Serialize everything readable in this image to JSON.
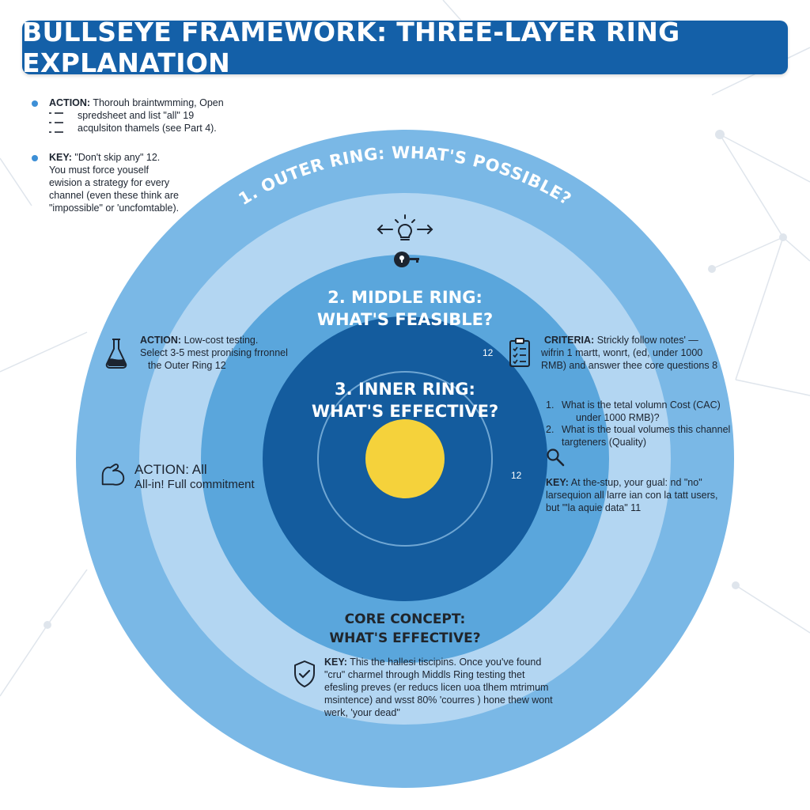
{
  "title": "BULLSEYE FRAMEWORK: THREE-LAYER RING EXPLANATION",
  "colors": {
    "title_bg": "#1460a8",
    "outer_ring": "#7ab8e6",
    "outer_band_light": "#b3d6f2",
    "middle_ring": "#5aa6dc",
    "inner_ring": "#145c9e",
    "core": "#f5d23b",
    "bullet": "#3d8fd6"
  },
  "side_notes": {
    "action_label": "ACTION:",
    "action_line1": "Thorouh braintwmming, Open",
    "action_line2": "spredsheet and list \"all\" 19",
    "action_line3": "acqulsiton thamels (see Part 4).",
    "key_label": "KEY:",
    "key_line1": "\"Don't skip any\" 12.",
    "key_line2": "You must force youself",
    "key_line3": "ewision a strategy for every",
    "key_line4": "channel (even these think are",
    "key_line5": "\"impossible\" or 'uncfomtable).",
    "list_icon": "checklist-icon"
  },
  "outer_ring": {
    "title": "1. OUTER RING: WHAT'S POSSIBLE?",
    "icons": [
      "lightbulb-arrows-icon",
      "key-lock-icon"
    ],
    "action_label": "ACTION: All",
    "action_text": "All-in! Full commitment",
    "action_icon": "flexed-arm-icon"
  },
  "middle_ring": {
    "title_line1": "2. MIDDLE RING:",
    "title_line2": "WHAT'S FEASIBLE?",
    "number": "12",
    "action_label": "ACTION:",
    "action_line1": "Low-cost testing.",
    "action_line2": "Select 3-5 mest pronising frronnel",
    "action_line3": "the Outer Ring 12",
    "action_icon": "flask-icon",
    "criteria_label": "CRITERIA:",
    "criteria_line1": "Strickly follow notes' —",
    "criteria_line2": "wifrin 1 martt, wonrt, (ed, under 1000",
    "criteria_line3": "RMB) and answer thee core questions 8",
    "criteria_icon": "clipboard-checklist-icon",
    "questions": [
      {
        "n": "1.",
        "line1": "What is the tetal volumn Cost (CAC)",
        "line2": "under 1000 RMB)?"
      },
      {
        "n": "2.",
        "line1": "What is the toual volumes this channel",
        "line2": "targteners (Quality)"
      }
    ],
    "search_icon": "magnifier-icon",
    "key_label": "KEY:",
    "key_line1": "At the-stup, your gual: nd \"no\"",
    "key_line2": "larsequion all larre ian con la tatt users,",
    "key_line3": "but \"'la aquie data\" 11"
  },
  "inner_ring": {
    "title_line1": "3. INNER RING:",
    "title_line2": "WHAT'S EFFECTIVE?",
    "number": "12"
  },
  "core_concept": {
    "title_line1": "CORE CONCEPT:",
    "title_line2": "WHAT'S EFFECTIVE?",
    "key_label": "KEY:",
    "key_line1": "This the hallesi tiscipins. Once you've found",
    "key_line2": "\"cru\" charmel through Middls Ring testing thet",
    "key_line3": "efesling preves (er reducs licen uoa tlhem mtrimum",
    "key_line4": "msintence) and wsst 80% 'courres ) hone thew wont",
    "key_line5": "werk, 'your dead\"",
    "icon": "shield-check-icon"
  }
}
